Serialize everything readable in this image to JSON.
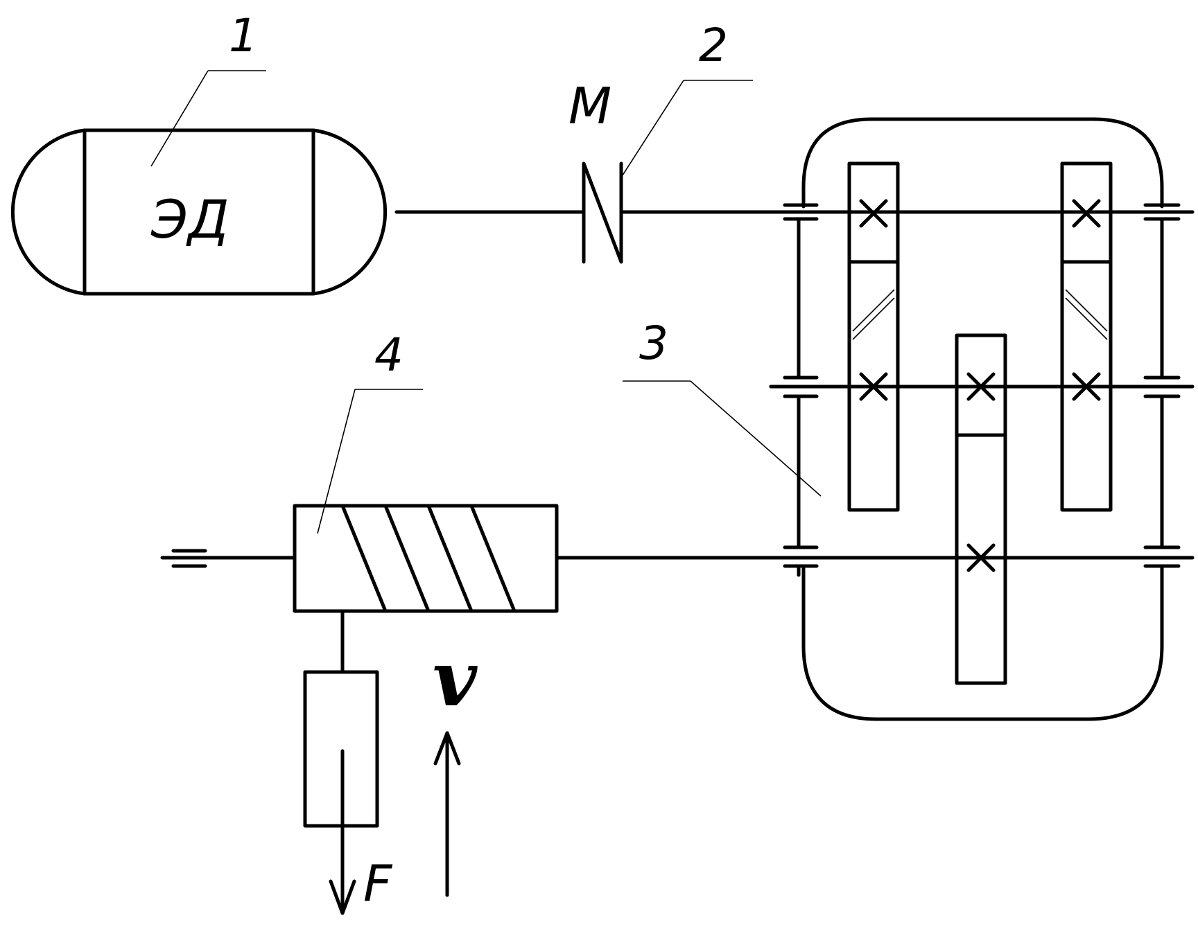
{
  "labels": {
    "motor_number": "1",
    "motor_text": "ЭД",
    "coupling_number": "2",
    "coupling_symbol": "M",
    "gearbox_number": "3",
    "drum_number": "4",
    "force_symbol": "F",
    "velocity_symbol": "v"
  }
}
